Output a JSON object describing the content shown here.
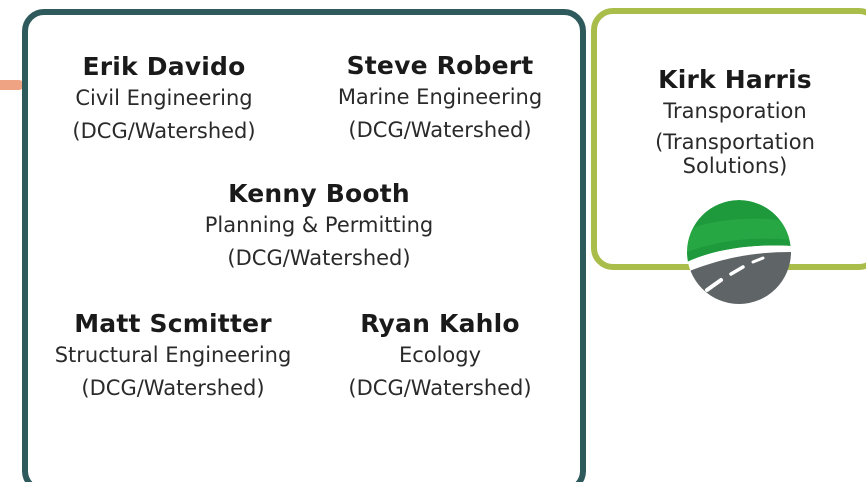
{
  "people": [
    {
      "name": "Erik Davido",
      "role": "Civil Engineering",
      "org": "(DCG/Watershed)"
    },
    {
      "name": "Steve Robert",
      "role": "Marine Engineering",
      "org": "(DCG/Watershed)"
    },
    {
      "name": "Kenny Booth",
      "role": "Planning & Permitting",
      "org": "(DCG/Watershed)"
    },
    {
      "name": "Matt Scmitter",
      "role": "Structural Engineering",
      "org": "(DCG/Watershed)"
    },
    {
      "name": "Ryan Kahlo",
      "role": "Ecology",
      "org": "(DCG/Watershed)"
    }
  ],
  "partner": {
    "name": "Kirk Harris",
    "role": "Transporation",
    "org_line1": "(Transportation",
    "org_line2": "Solutions)",
    "logo_icon": "road-logo-icon"
  },
  "colors": {
    "team_border": "#2f5a5c",
    "partner_border": "#a8bd4a",
    "connector": "#f0a382",
    "logo_green": "#1e9a3c",
    "logo_gray": "#5f6466"
  }
}
